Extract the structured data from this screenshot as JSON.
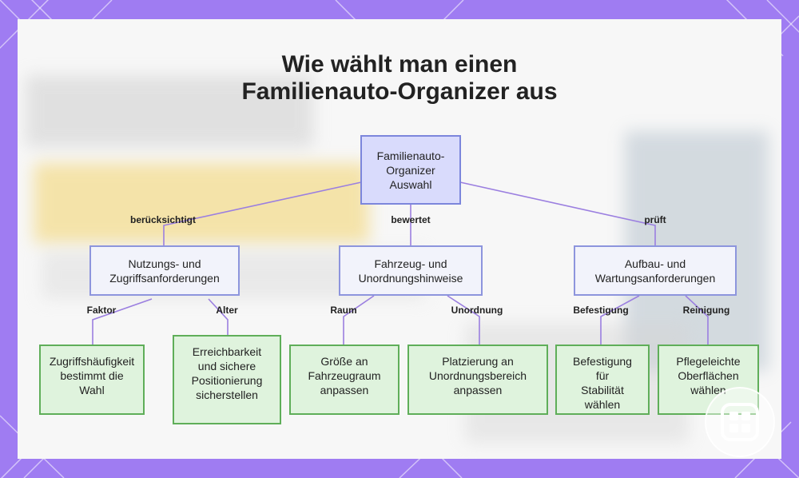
{
  "title": {
    "line1": "Wie wählt man einen",
    "line2": "Familienauto-Organizer aus"
  },
  "colors": {
    "frame": "#9f7cf2",
    "root_fill": "#d9dbfc",
    "mid_fill": "#f2f3fb",
    "leaf_fill": "#dff3dd",
    "leaf_border": "#5fae59",
    "connector": "#9b7fe0"
  },
  "tree": {
    "root": "Familienauto-\nOrganizer\nAuswahl",
    "categories": [
      {
        "edge_label": "berücksichtigt",
        "label": "Nutzungs- und\nZugriffsanforderungen",
        "children": [
          {
            "edge_label": "Faktor",
            "label": "Zugriffshäufigkeit\nbestimmt die\nWahl"
          },
          {
            "edge_label": "Alter",
            "label": "Erreichbarkeit\nund sichere\nPositionierung\nsicherstellen"
          }
        ]
      },
      {
        "edge_label": "bewertet",
        "label": "Fahrzeug- und\nUnordnungshinweise",
        "children": [
          {
            "edge_label": "Raum",
            "label": "Größe an\nFahrzeugraum\nanpassen"
          },
          {
            "edge_label": "Unordnung",
            "label": "Platzierung an\nUnordnungsbereich\nanpassen"
          }
        ]
      },
      {
        "edge_label": "prüft",
        "label": "Aufbau- und\nWartungsanforderungen",
        "children": [
          {
            "edge_label": "Befestigung",
            "label": "Befestigung\nfür\nStabilität\nwählen"
          },
          {
            "edge_label": "Reinigung",
            "label": "Pflegeleichte\nOberflächen\nwählen"
          }
        ]
      }
    ]
  },
  "logo_icon": "grid-badge-icon"
}
